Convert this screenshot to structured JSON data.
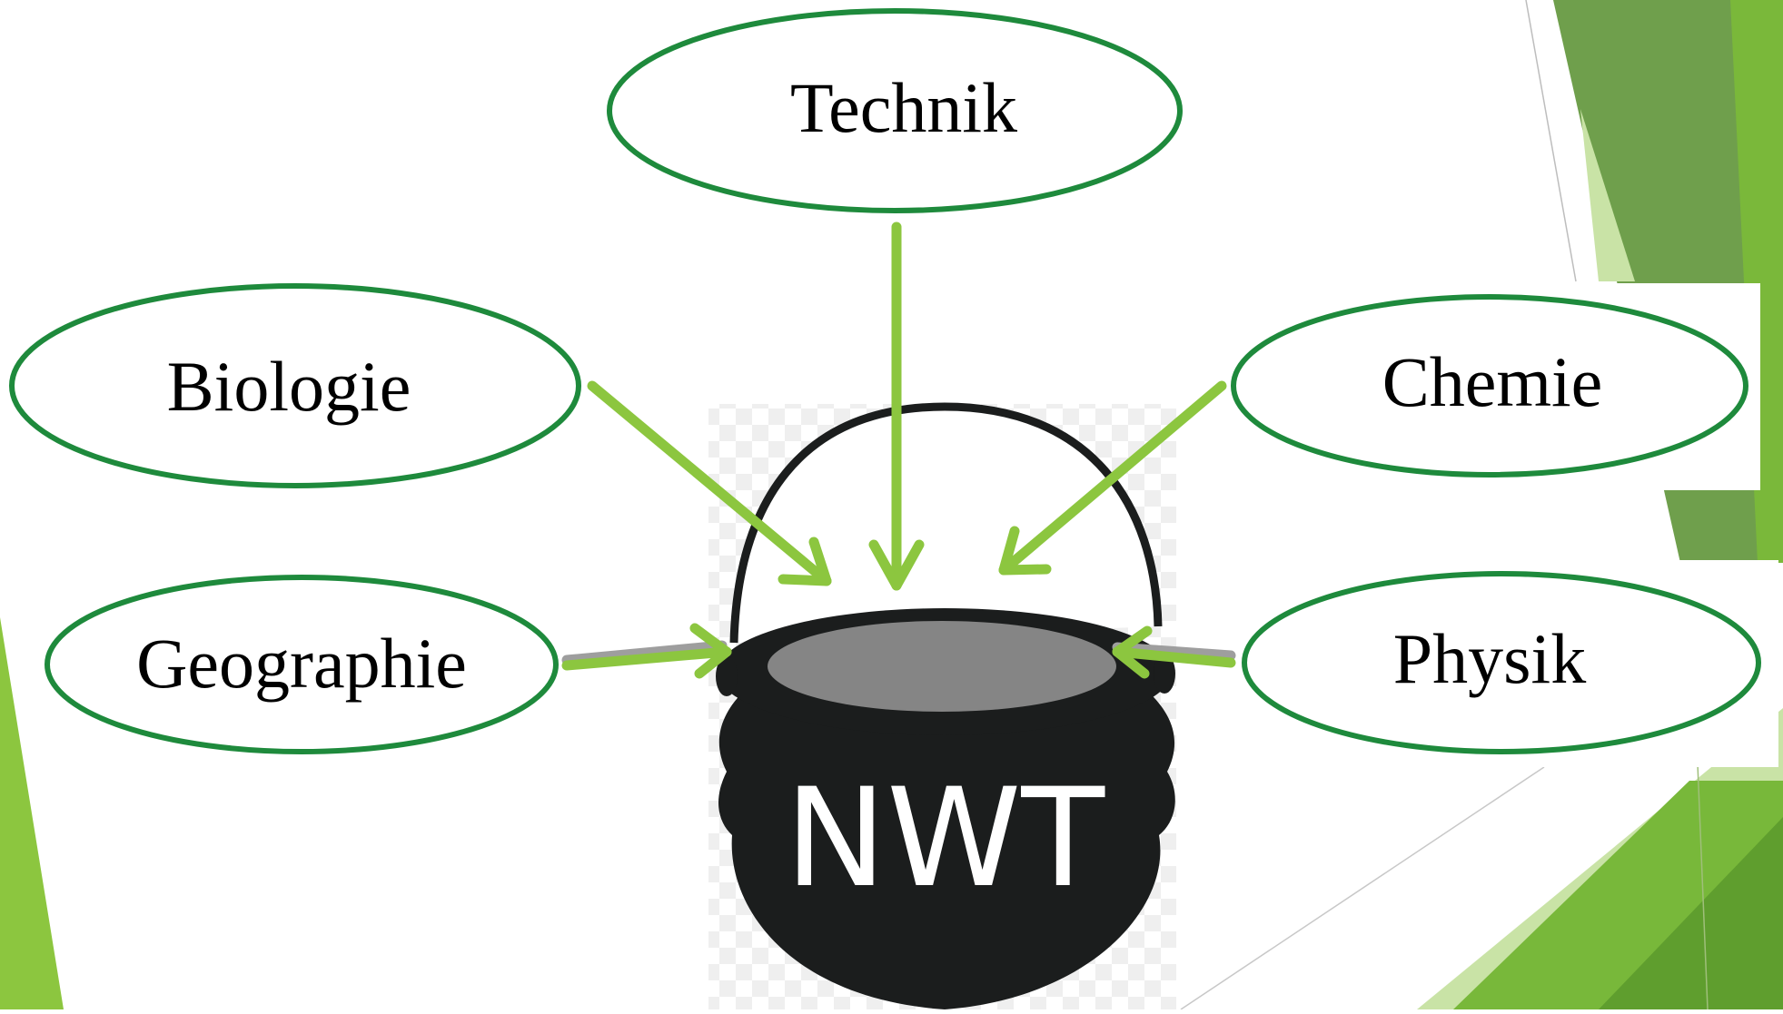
{
  "diagram": {
    "center": {
      "label": "NWT"
    },
    "subjects": [
      {
        "id": "technik",
        "label": "Technik"
      },
      {
        "id": "biologie",
        "label": "Biologie"
      },
      {
        "id": "chemie",
        "label": "Chemie"
      },
      {
        "id": "geographie",
        "label": "Geographie"
      },
      {
        "id": "physik",
        "label": "Physik"
      }
    ]
  },
  "colors": {
    "ellipse_border": "#1e8a3c",
    "arrow": "#8cc63f",
    "arrow_shadow": "#9e9e9e",
    "pot": "#1b1d1d",
    "pot_surface": "#858585",
    "handle": "#ffffff",
    "accent_dark": "#6f9f4c",
    "accent_mid": "#78b83a",
    "accent_light": "#c9e3a6"
  }
}
